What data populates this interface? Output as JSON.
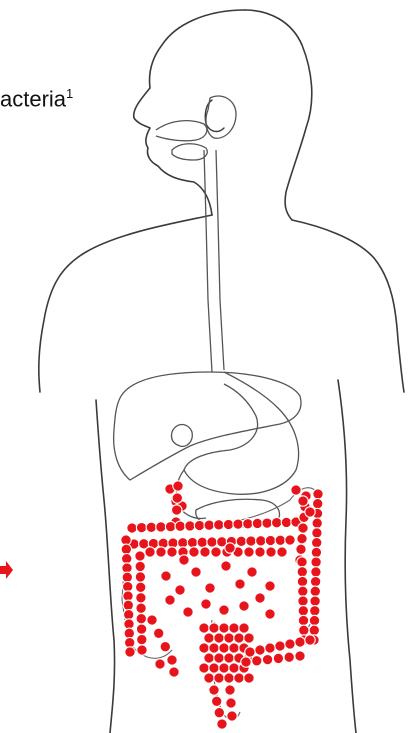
{
  "caption": {
    "text": "acteria",
    "superscript": "1"
  },
  "colors": {
    "outline": "#3a3a3a",
    "organ_line": "#555555",
    "bacteria_fill": "#e8141b",
    "bacteria_stroke": "#ffffff",
    "arrow": "#e8141b"
  },
  "icons": {
    "body": "human-body-outline",
    "bacteria": "bacteria-dot",
    "arrow": "red-arrow-pointer"
  }
}
